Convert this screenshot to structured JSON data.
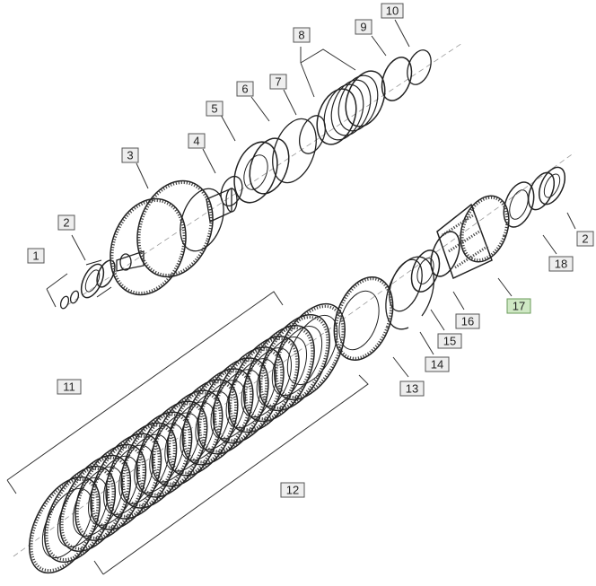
{
  "diagram": {
    "callouts": [
      "1",
      "2",
      "3",
      "4",
      "5",
      "6",
      "7",
      "8",
      "9",
      "10",
      "11",
      "12",
      "13",
      "14",
      "15",
      "16",
      "17",
      "18",
      "2"
    ],
    "highlighted_callout": "17",
    "colors": {
      "callout_fill": "#eeeeee",
      "callout_highlight_fill": "#cfe8c4",
      "line": "#222222"
    }
  }
}
